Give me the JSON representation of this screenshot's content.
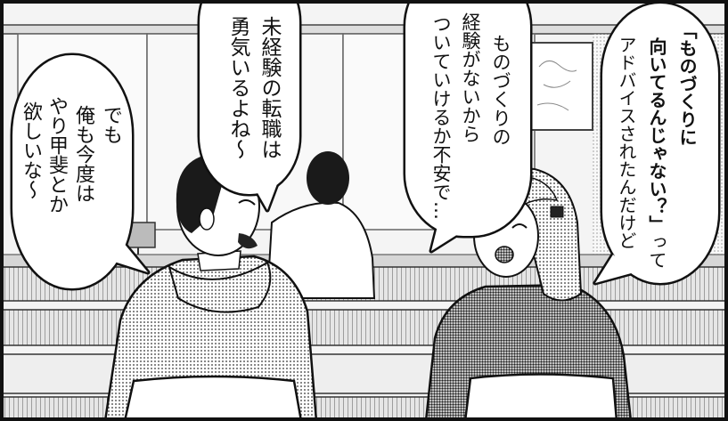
{
  "colors": {
    "ink": "#111111",
    "paper": "#ffffff",
    "screentone": "#9a9a9a"
  },
  "bubble_right": {
    "line_1": "「ものづくりに",
    "line_2_emphasis": "向いてるんじゃない？」",
    "line_2_rest": "って",
    "line_3": "アドバイスされたんだけど"
  },
  "bubble_center_right": {
    "line_1": "ものづくりの",
    "line_2": "経験がないから",
    "line_3": "ついていけるか不安で…"
  },
  "bubble_center_left": {
    "line_1": "未経験の転職は",
    "line_2": "勇気いるよね～"
  },
  "bubble_left": {
    "line_1": "でも",
    "line_2": "俺も今度は",
    "line_3": "やり甲斐とか",
    "line_4": "欲しいな～"
  }
}
